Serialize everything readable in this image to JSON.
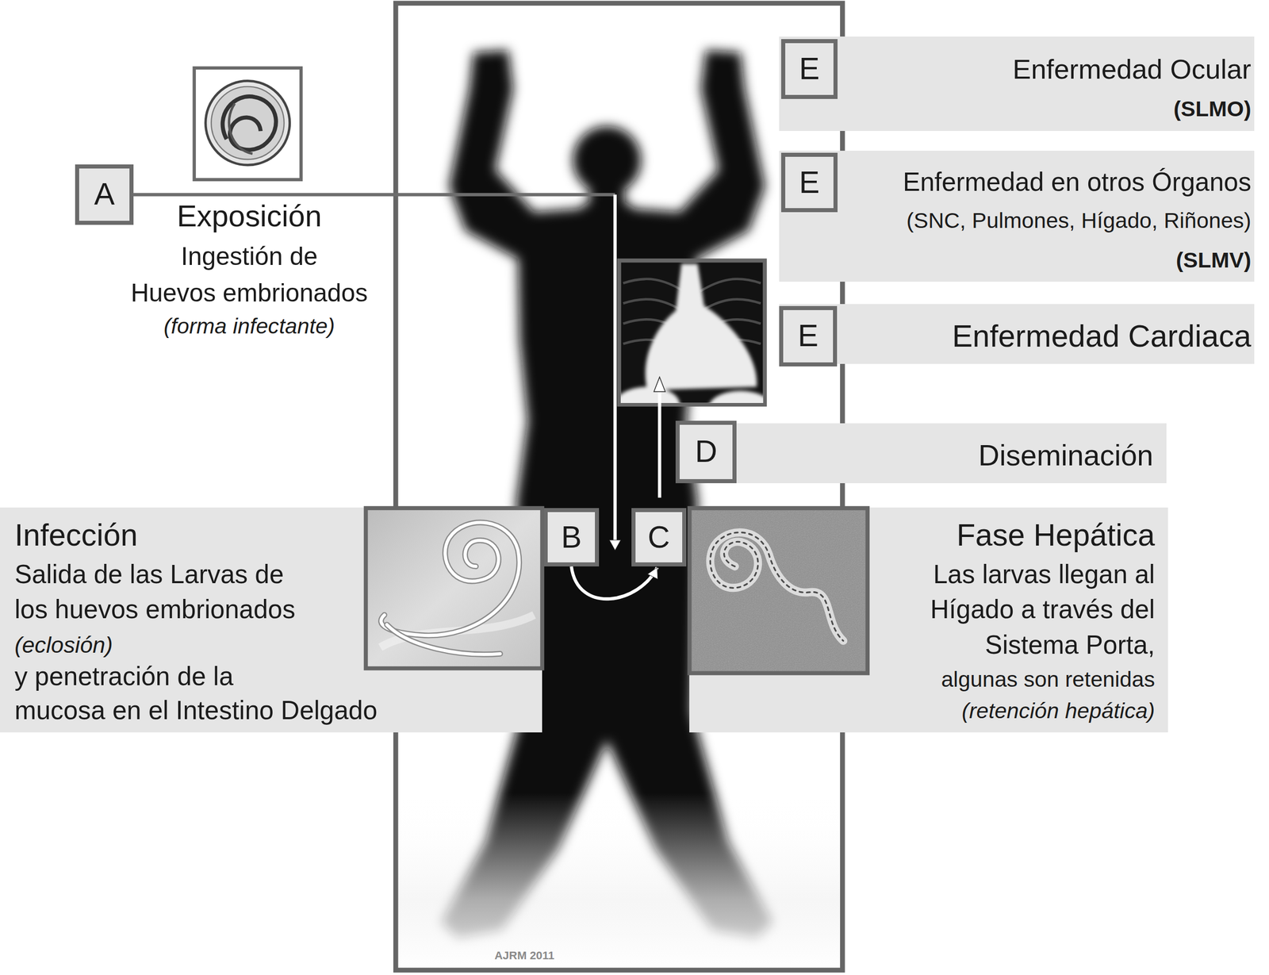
{
  "diagram": {
    "nodes": [
      {
        "text": [
          "Enfermedad Ocular",
          "(SLMO)"
        ]
      },
      {
        "text": [
          "E"
        ],
        "in": 0
      },
      {
        "text": [
          "A"
        ]
      },
      {
        "text": [
          "Enfermedad en otros Órganos",
          "(SNC, Pulmones, Hígado, Riñones)",
          "(SLMV)"
        ]
      },
      {
        "text": [
          "E"
        ],
        "in": 3
      },
      {
        "text": [
          "Enfermedad Cardiaca"
        ]
      },
      {
        "text": [
          "E"
        ],
        "in": 5
      },
      {
        "text": [
          "D"
        ]
      },
      {
        "text": [
          "Diseminación"
        ]
      },
      {
        "text": [
          "Infección",
          "Salida de las Larvas de",
          "los huevos embrionados",
          "(eclosión)",
          "y penetración de la",
          "mucosa en el Intestino Delgado"
        ]
      },
      {
        "text": [
          "B"
        ]
      },
      {
        "text": [
          "C"
        ]
      },
      {
        "text": [
          "Fase Hepática",
          "Las larvas llegan al",
          "Hígado a través del",
          "Sistema Porta,",
          "algunas son retenidas",
          "(retención hepática)"
        ]
      }
    ],
    "edges": [
      {
        "from": 2,
        "to": 10,
        "arrow": "to"
      },
      {
        "from": 10,
        "to": 11,
        "arrow": "to"
      }
    ],
    "labels": [
      "Exposición",
      "Ingestión de",
      "Huevos embrionados",
      "(forma infectante)",
      "AJRM 2011"
    ]
  }
}
